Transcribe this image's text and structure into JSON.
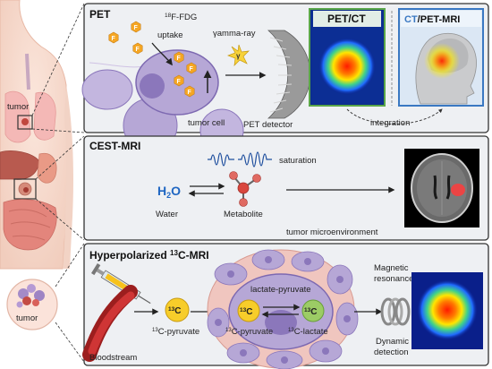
{
  "body": {
    "tumor_label": "tumor",
    "zoom_label": "tumor"
  },
  "pet": {
    "title": "PET",
    "tracer_sup": "18",
    "tracer_name": "F-FDG",
    "uptake": "uptake",
    "gamma": "γamma-ray",
    "gamma_symbol": "γ",
    "f_symbol": "F",
    "tumor_cell": "tumor cell",
    "detector": "PET detector",
    "petct_title": "PET/CT",
    "ctpetmri_ct": "CT",
    "ctpetmri_rest": "/PET-MRI",
    "integration": "integration"
  },
  "cest": {
    "title": "CEST-MRI",
    "saturation": "saturation",
    "h2o_h": "H",
    "h2o_sub": "2",
    "h2o_o": "O",
    "water": "Water",
    "metabolite": "Metabolite",
    "microenv": "tumor microenvironment"
  },
  "hp": {
    "title_pre": "Hyperpolarized ",
    "title_sup": "13",
    "title_post": "C-MRI",
    "c_sup": "13",
    "c_letter": "C",
    "pyruvate_sup": "13",
    "pyruvate_label": "C-pyruvate",
    "pyruvate2_label": "C-pyruvate",
    "lactate_label": "C-lactate",
    "lactate_pyruvate": "lactate-pyruvate",
    "bloodstream": "Bloodstream",
    "magnetic": "Magnetic",
    "resonance": "resonance",
    "dynamic": "Dynamic",
    "detection": "detection"
  },
  "colors": {
    "panel_bg": "#eef0f3",
    "cell_purple": "#b6a7d6",
    "nucleus_purple": "#8b77bb",
    "fdg_orange": "#f5a623",
    "carbon_yellow": "#f7cd2a",
    "lactate_green": "#9ccc65",
    "water_blue": "#1f66c2",
    "metabolite_red": "#d9473e",
    "petct_frame": "#5aa64a",
    "ct_blue": "#3a78c2"
  }
}
